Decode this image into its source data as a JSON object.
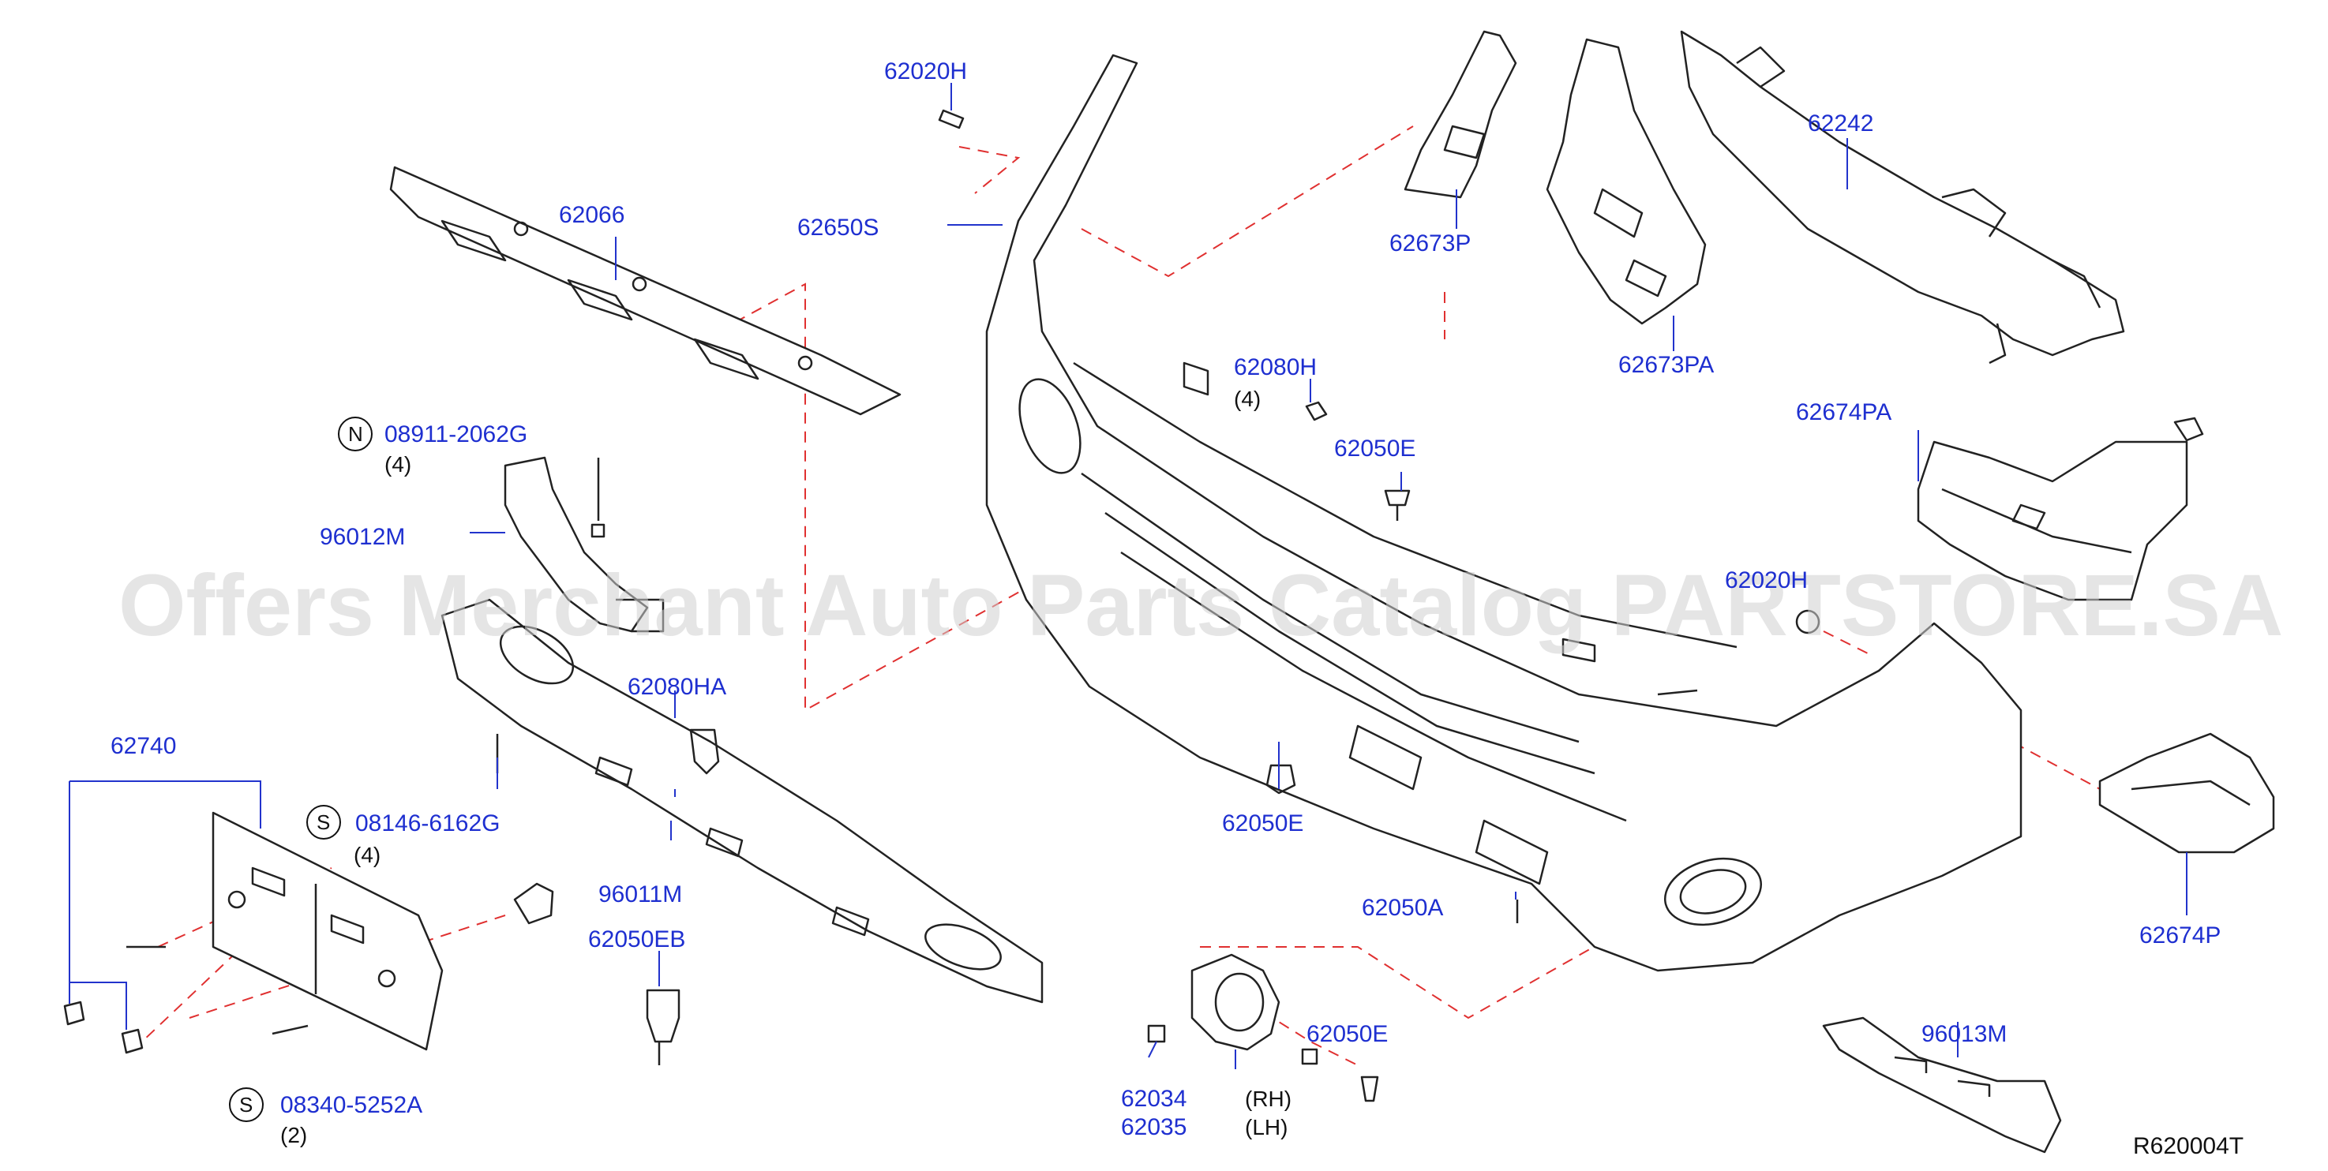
{
  "watermark": "Offers Merchant Auto Parts Catalog PARTSTORE.SA",
  "diagram_code": "R620004T",
  "parts": {
    "p62020H_top": "62020H",
    "p62066": "62066",
    "p62650S": "62650S",
    "p62673P": "62673P",
    "p62242": "62242",
    "p62673PA": "62673PA",
    "p62080H": "62080H",
    "p62050E_top": "62050E",
    "p62674PA": "62674PA",
    "p08911": "08911-2062G",
    "p96012M": "96012M",
    "p62020H_mid": "62020H",
    "p62080HA": "62080HA",
    "p62740": "62740",
    "p08146": "08146-6162G",
    "p62050E_mid": "62050E",
    "p96011M": "96011M",
    "p62050A": "62050A",
    "p62674P": "62674P",
    "p62050EB": "62050EB",
    "p62050E_bot": "62050E",
    "p96013M": "96013M",
    "p08340": "08340-5252A",
    "p62034": "62034",
    "p62035": "62035"
  },
  "quantities": {
    "q62080H": "(4)",
    "q08911": "(4)",
    "q08146": "(4)",
    "q08340": "(2)"
  },
  "side_labels": {
    "rh": "(RH)",
    "lh": "(LH)"
  },
  "badges": {
    "n": "N",
    "s1": "S",
    "s2": "S"
  }
}
